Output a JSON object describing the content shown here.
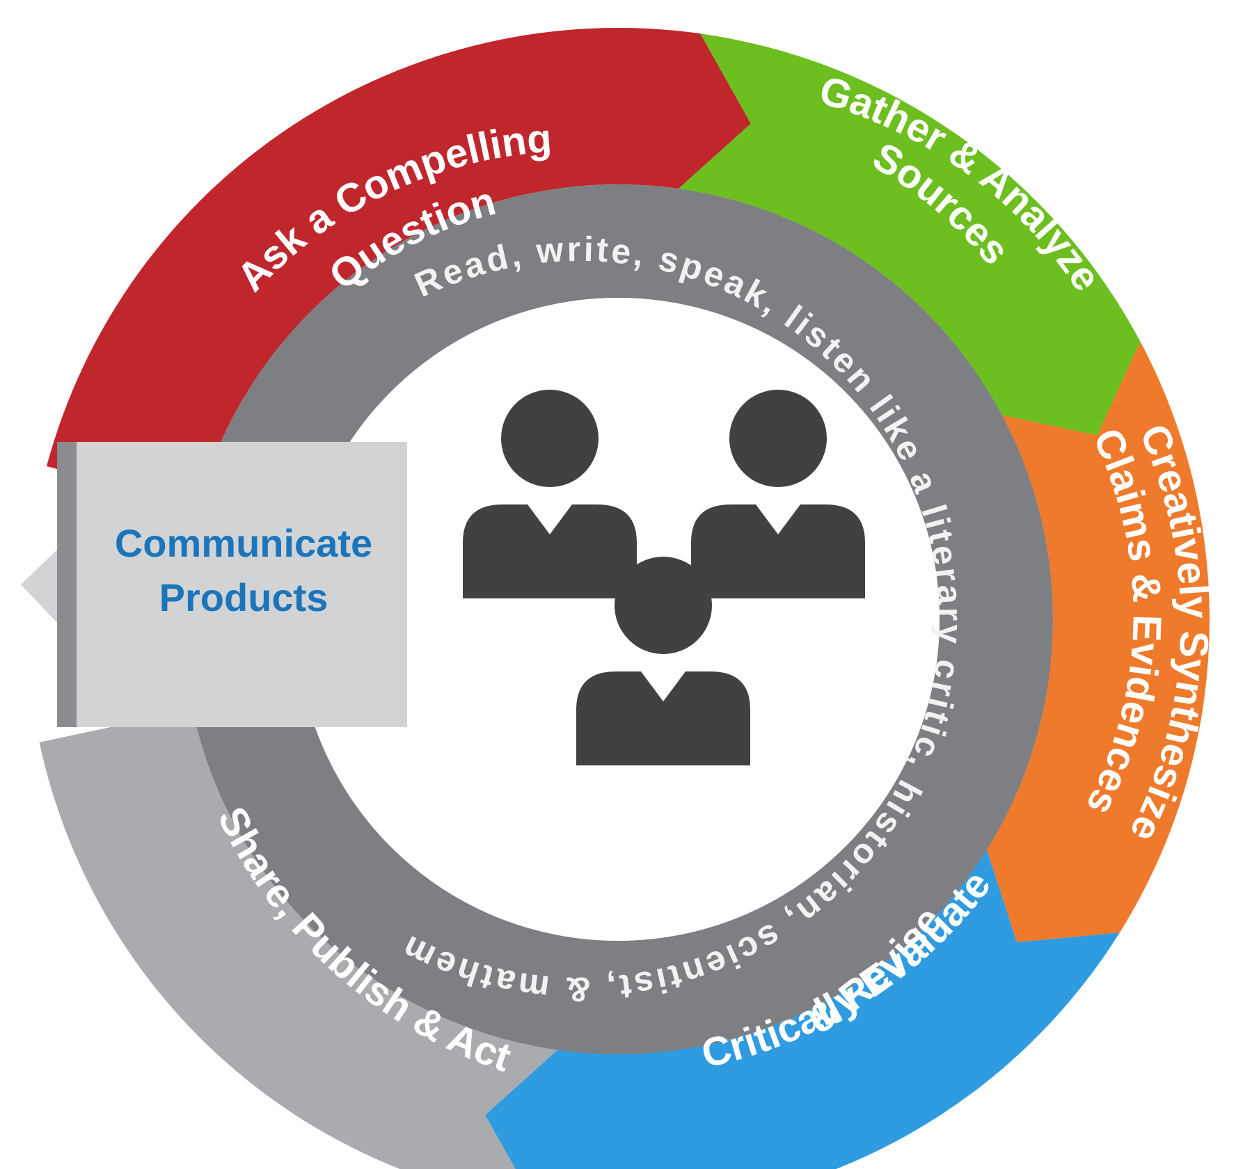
{
  "stages": [
    {
      "id": "ask",
      "label_lines": [
        "Ask a Compelling",
        "Question"
      ],
      "color": "#c0272d"
    },
    {
      "id": "gather",
      "label_lines": [
        "Gather & Analyze",
        "Sources"
      ],
      "color": "#6cbf1f"
    },
    {
      "id": "synthesize",
      "label_lines": [
        "Creatively Synthesize",
        "Claims & Evidences"
      ],
      "color": "#f07a2b"
    },
    {
      "id": "evaluate",
      "label_lines": [
        "Critically Evaluate",
        "& Revise"
      ],
      "color": "#2f9be0"
    },
    {
      "id": "share",
      "label_lines": [
        "Share, Publish & Act"
      ],
      "color": "#a9abae"
    }
  ],
  "inner_ring_text": "Read, write, speak, listen like a literary critic, historian, scientist, & mathematician",
  "communicate_box": {
    "lines": [
      "Communicate",
      "Products"
    ],
    "text_color": "#1b75bb",
    "bg": "#d1d3d5"
  },
  "people_icon": {
    "name": "people-group-icon",
    "count": 3,
    "color": "#414042"
  },
  "ring_color": "#7d7f83"
}
